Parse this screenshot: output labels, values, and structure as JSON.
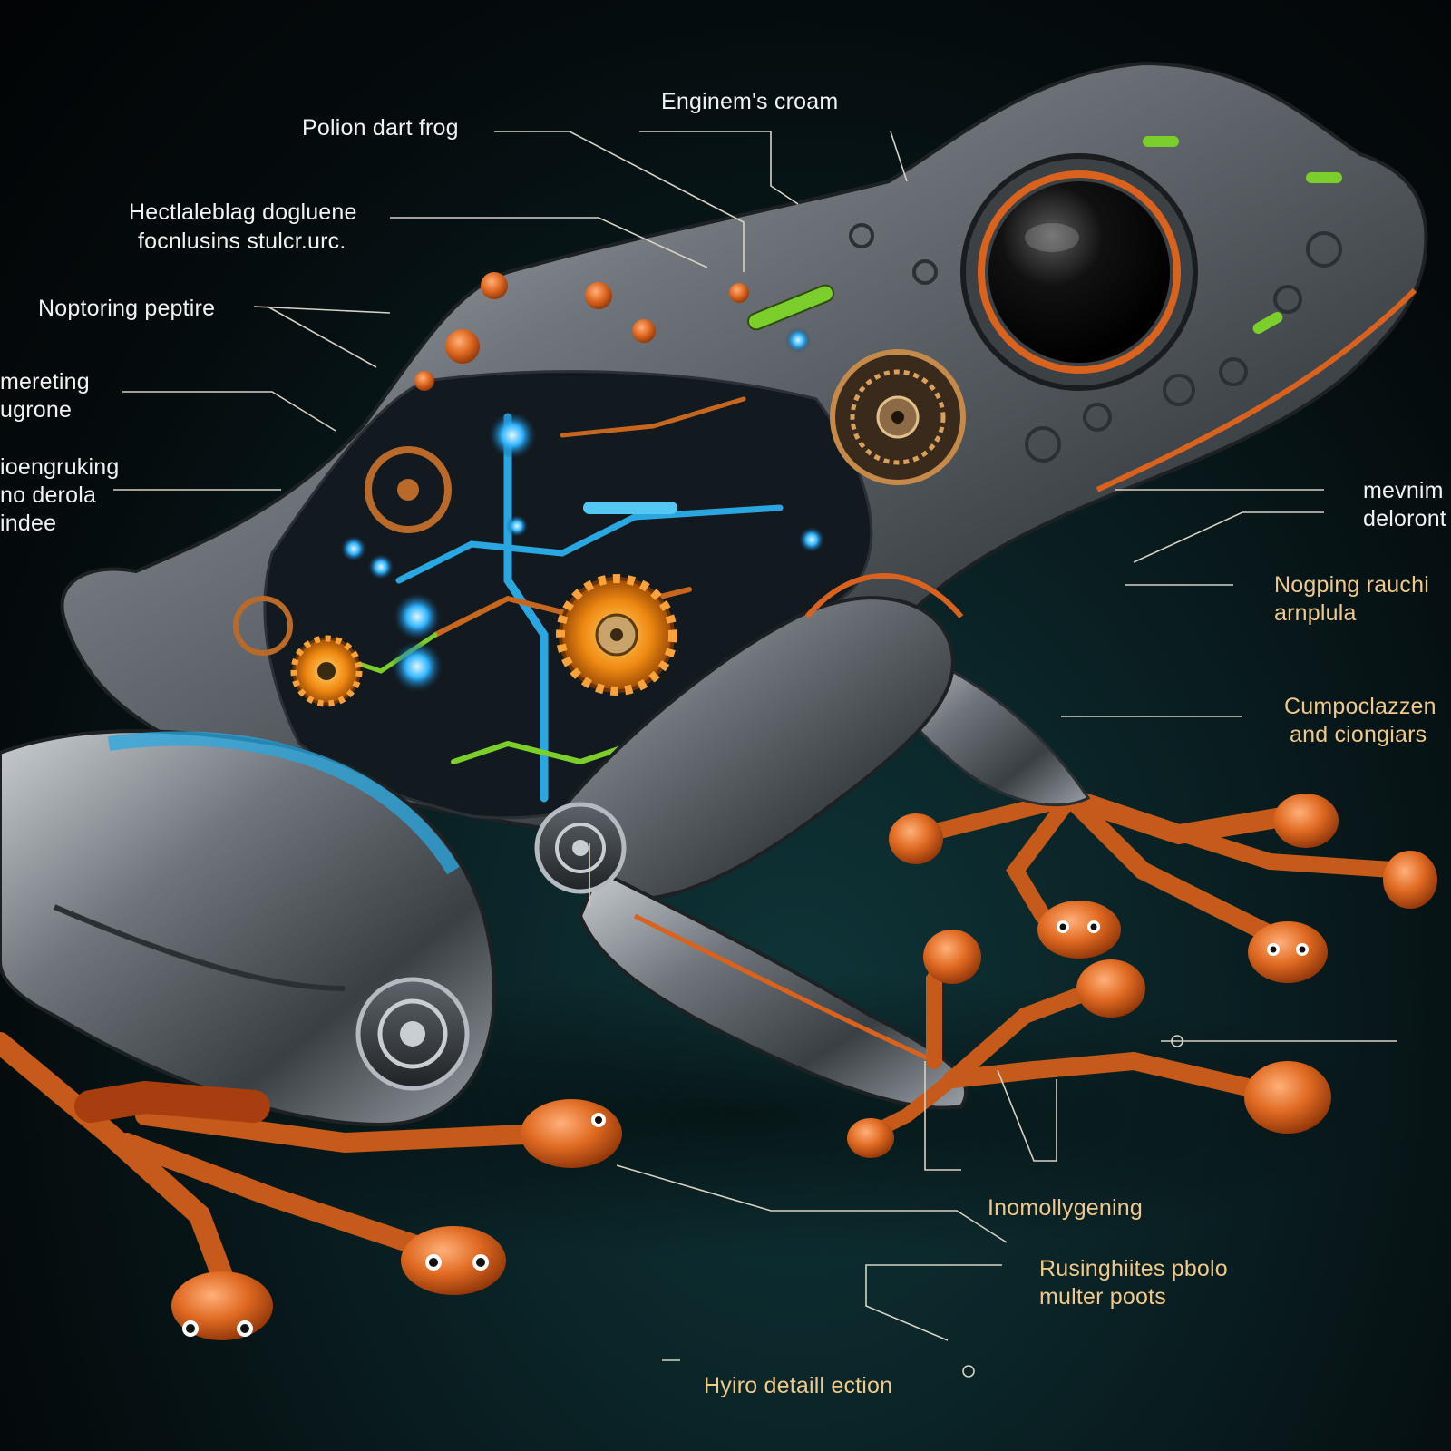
{
  "labels": {
    "poison_dart_frog": "Polion dart  frog",
    "engineers_dream": "Enginem's croam",
    "hectal_line1": "Hectlaleblag dogluene",
    "hectal_line2": "focnlusins stulcr.urc.",
    "noptoring": "Noptoring peptire",
    "emereting_line1": "mereting",
    "emereting_line2": "ugrone",
    "engruking_line1": "ioengruking",
    "engruking_line2": "no derola",
    "engruking_line3": "indee",
    "mevnim_line1": "mevnim",
    "mevnim_line2": "deloront",
    "nogping_line1": "Nogping rauchi",
    "nogping_line2": "arnplula",
    "cumpo_line1": "Cumpoclazzen",
    "cumpo_line2": "and  ciongiars",
    "inomoll": "Inomollygening",
    "rusing_line1": "Rusinghiites pbolo",
    "rusing_line2": "multer poots",
    "hyiro": "Hyiro detaill ection"
  },
  "colors": {
    "background": "#071417",
    "leader_line": "#d9d2c4",
    "metal": "#8a9096",
    "orange": "#d9621e",
    "blue_glow": "#2fb3ff",
    "green": "#7ccf2a",
    "amber_text": "#f0c98a"
  }
}
